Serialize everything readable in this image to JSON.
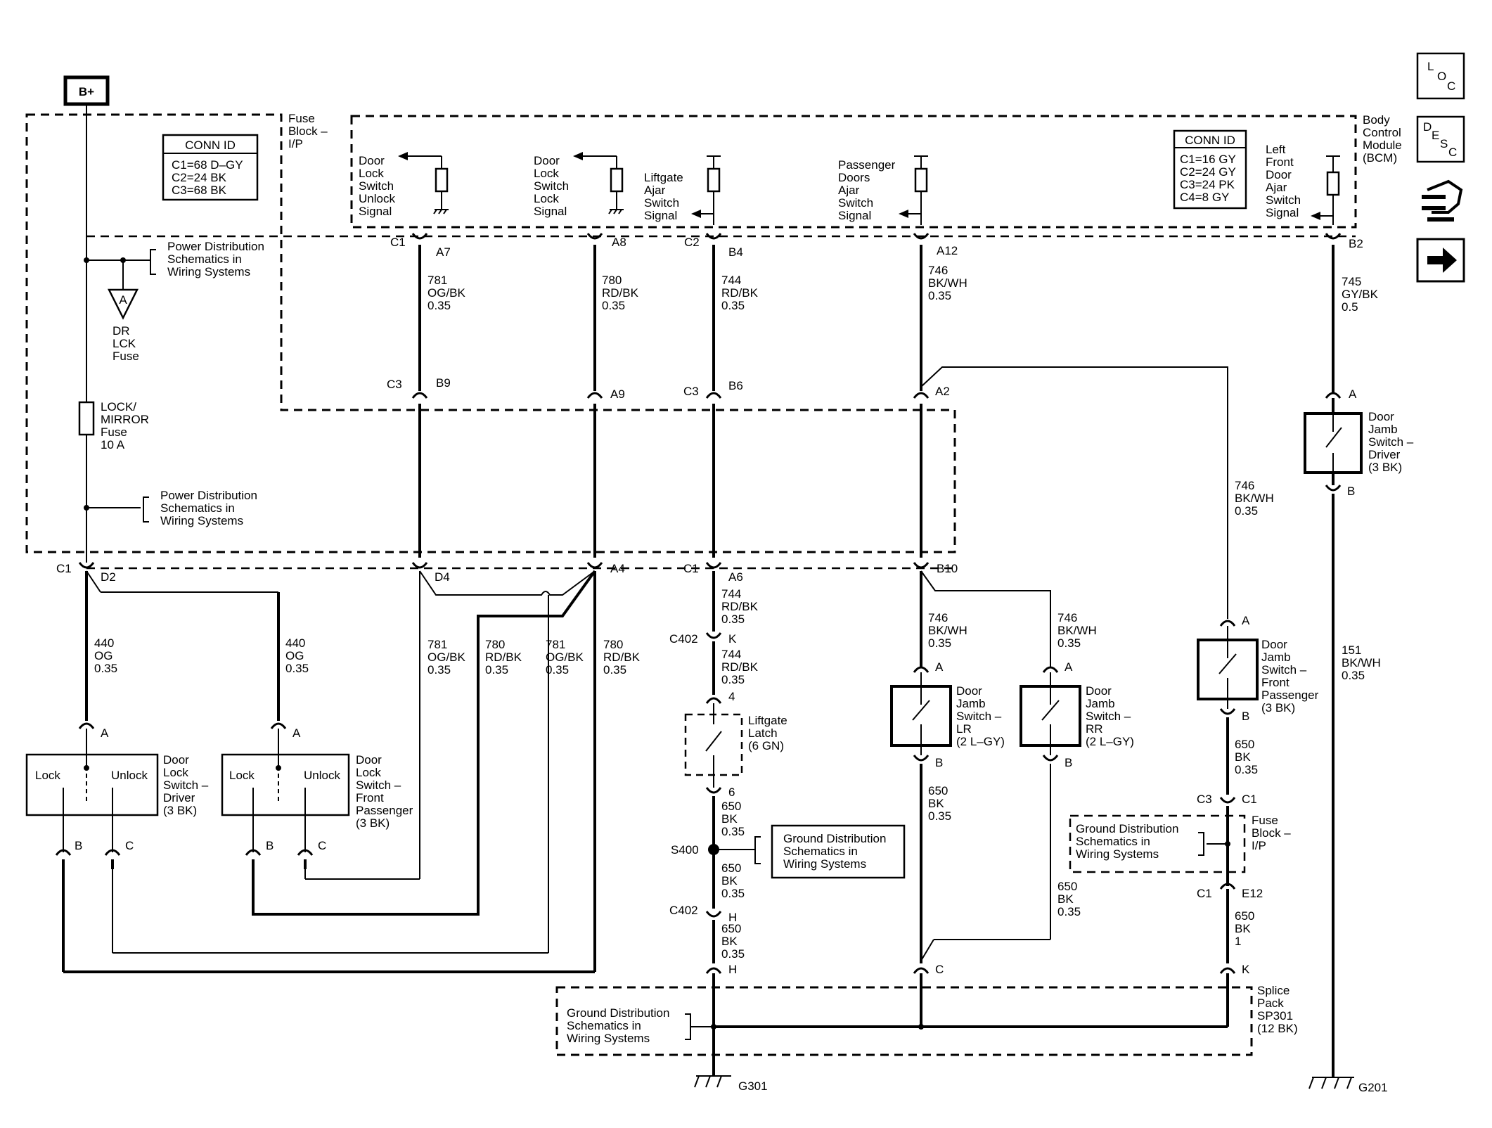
{
  "battery": "B+",
  "modules": {
    "fuse_block": [
      "Fuse",
      "Block –",
      "I/P"
    ],
    "bcm": [
      "Body",
      "Control",
      "Module",
      "(BCM)"
    ],
    "fuse_block_lower": [
      "Fuse",
      "Block –",
      "I/P"
    ],
    "splice_pack": [
      "Splice",
      "Pack",
      "SP301",
      "(12 BK)"
    ]
  },
  "conn_id_left": {
    "title": "CONN ID",
    "lines": [
      "C1=68 D–GY",
      "C2=24 BK",
      "C3=68 BK"
    ]
  },
  "conn_id_right": {
    "title": "CONN ID",
    "lines": [
      "C1=16 GY",
      "C2=24 GY",
      "C3=24 PK",
      "C4=8 GY"
    ]
  },
  "power_dist_ref": [
    "Power Distribution",
    "Schematics in",
    "Wiring Systems"
  ],
  "ground_dist_ref": [
    "Ground Distribution",
    "Schematics in",
    "Wiring Systems"
  ],
  "dr_lck_fuse": {
    "symbol": "A",
    "lines": [
      "DR",
      "LCK",
      "Fuse"
    ]
  },
  "lock_mirror_fuse": [
    "LOCK/",
    "MIRROR",
    "Fuse",
    "10 A"
  ],
  "bcm_signals": {
    "unlock": [
      "Door",
      "Lock",
      "Switch",
      "Unlock",
      "Signal"
    ],
    "lock": [
      "Door",
      "Lock",
      "Switch",
      "Lock",
      "Signal"
    ],
    "liftgate": [
      "Liftgate",
      "Ajar",
      "Switch",
      "Signal"
    ],
    "pass_doors": [
      "Passenger",
      "Doors",
      "Ajar",
      "Switch",
      "Signal"
    ],
    "lf_door": [
      "Left",
      "Front",
      "Door",
      "Ajar",
      "Switch",
      "Signal"
    ]
  },
  "connectors": {
    "c1": "C1",
    "c2": "C2",
    "c3": "C3",
    "c402": "C402",
    "a7": "A7",
    "a8": "A8",
    "b4": "B4",
    "a12": "A12",
    "b2": "B2",
    "b9": "B9",
    "a9": "A9",
    "b6": "B6",
    "a2": "A2",
    "d2": "D2",
    "d4": "D4",
    "a4": "A4",
    "a6": "A6",
    "b10": "B10",
    "k": "K",
    "pin4": "4",
    "pin6": "6",
    "h": "H",
    "e12": "E12",
    "a": "A",
    "b": "B",
    "c": "C"
  },
  "wires": {
    "w781": [
      "781",
      "OG/BK",
      "0.35"
    ],
    "w780": [
      "780",
      "RD/BK",
      "0.35"
    ],
    "w744": [
      "744",
      "RD/BK",
      "0.35"
    ],
    "w746": [
      "746",
      "BK/WH",
      "0.35"
    ],
    "w745": [
      "745",
      "GY/BK",
      "0.5"
    ],
    "w440": [
      "440",
      "OG",
      "0.35"
    ],
    "w650": [
      "650",
      "BK",
      "0.35"
    ],
    "w650_1": [
      "650",
      "BK",
      "1"
    ],
    "w151": [
      "151",
      "BK/WH",
      "0.35"
    ]
  },
  "components": {
    "dl_sw_driver": [
      "Door",
      "Lock",
      "Switch –",
      "Driver",
      "(3 BK)"
    ],
    "dl_sw_pass": [
      "Door",
      "Lock",
      "Switch –",
      "Front",
      "Passenger",
      "(3 BK)"
    ],
    "lock": "Lock",
    "unlock": "Unlock",
    "liftgate_latch": [
      "Liftgate",
      "Latch",
      "(6 GN)"
    ],
    "dj_lr": [
      "Door",
      "Jamb",
      "Switch –",
      "LR",
      "(2 L–GY)"
    ],
    "dj_rr": [
      "Door",
      "Jamb",
      "Switch –",
      "RR",
      "(2 L–GY)"
    ],
    "dj_fp": [
      "Door",
      "Jamb",
      "Switch –",
      "Front",
      "Passenger",
      "(3 BK)"
    ],
    "dj_driver": [
      "Door",
      "Jamb",
      "Switch –",
      "Driver",
      "(3 BK)"
    ]
  },
  "splice": "S400",
  "grounds": {
    "g301": "G301",
    "g201": "G201"
  },
  "side_icons": {
    "loc": [
      "L",
      "O",
      "C"
    ],
    "desc": [
      "D",
      "E",
      "S",
      "C"
    ]
  }
}
